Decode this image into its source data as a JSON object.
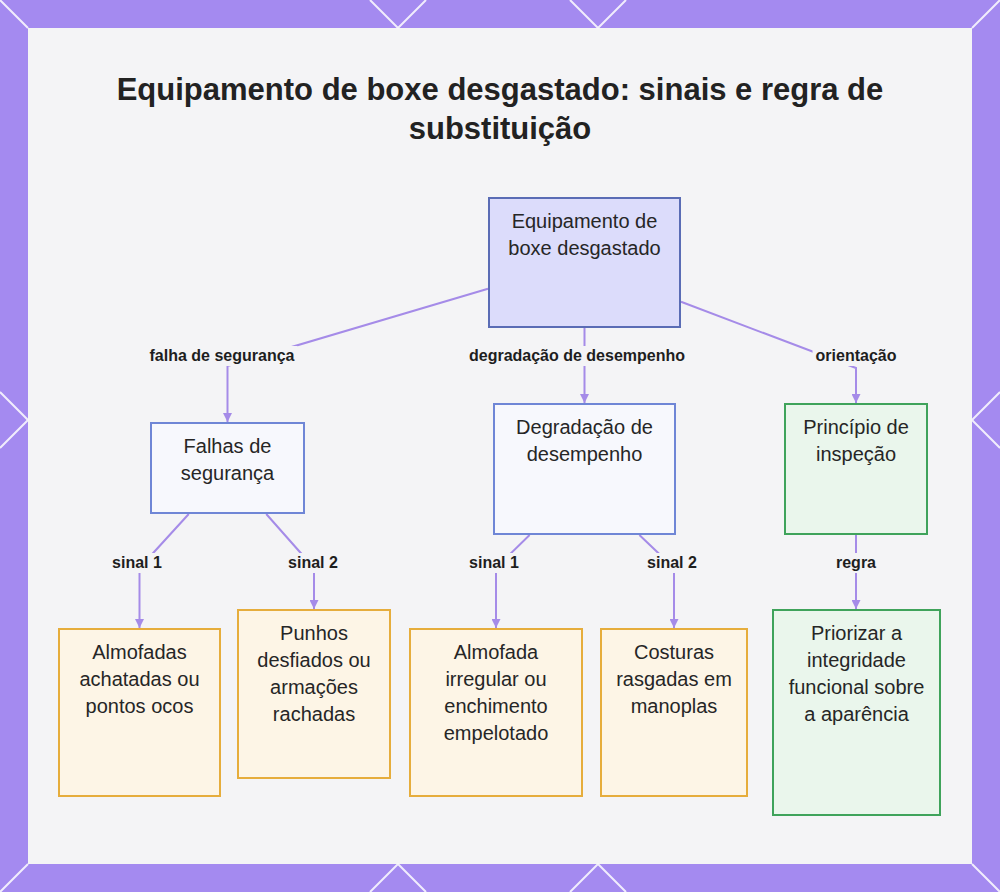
{
  "diagram": {
    "title": "Equipamento de boxe desgastado: sinais e regra de substituição",
    "nodes": [
      {
        "text": [
          "Equipamento de boxe desgastado"
        ]
      },
      {
        "text": [
          "Falhas de segurança"
        ]
      },
      {
        "text": [
          "Degradação de desempenho"
        ]
      },
      {
        "text": [
          "Princípio de inspeção"
        ]
      },
      {
        "text": [
          "Almofadas achatadas ou pontos ocos"
        ]
      },
      {
        "text": [
          "Punhos desfiados ou armações rachadas"
        ]
      },
      {
        "text": [
          "Almofada irregular ou enchimento empelotado"
        ]
      },
      {
        "text": [
          "Costuras rasgadas em manoplas"
        ]
      },
      {
        "text": [
          "Priorizar a integridade funcional sobre a aparência"
        ]
      }
    ],
    "edges": [
      {
        "from": 0,
        "to": 1,
        "label": "falha de segurança",
        "arrow": "to"
      },
      {
        "from": 0,
        "to": 2,
        "label": "degradação de desempenho",
        "arrow": "to"
      },
      {
        "from": 0,
        "to": 3,
        "label": "orientação",
        "arrow": "to"
      },
      {
        "from": 1,
        "to": 4,
        "label": "sinal 1",
        "arrow": "to"
      },
      {
        "from": 1,
        "to": 5,
        "label": "sinal 2",
        "arrow": "to"
      },
      {
        "from": 2,
        "to": 6,
        "label": "sinal 1",
        "arrow": "to"
      },
      {
        "from": 2,
        "to": 7,
        "label": "sinal 2",
        "arrow": "to"
      },
      {
        "from": 3,
        "to": 8,
        "label": "regra",
        "arrow": "to"
      }
    ]
  }
}
